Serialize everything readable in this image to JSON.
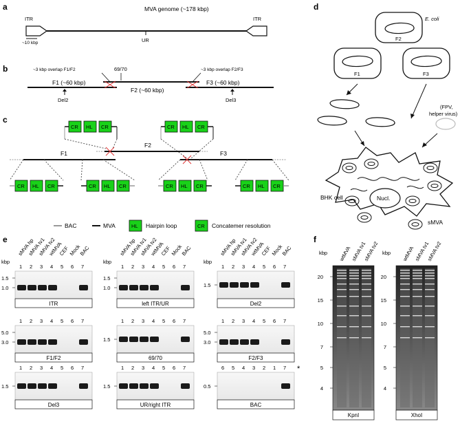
{
  "panels": {
    "a": "a",
    "b": "b",
    "c": "c",
    "d": "d",
    "e": "e",
    "f": "f"
  },
  "panel_a": {
    "title": "MVA genome (~178 kbp)",
    "itr_left": "ITR",
    "itr_right": "ITR",
    "scale": "~10 kbp",
    "ur": "UR"
  },
  "panel_b": {
    "overlap_left": "~3 kbp overlap F1/F2",
    "overlap_right": "~3 kbp overlap F2/F3",
    "site": "69/70",
    "f1": "F1 (~60 kbp)",
    "f2": "F2 (~60 kbp)",
    "f3": "F3 (~60 kbp)",
    "del2": "Del2",
    "del3": "Del3"
  },
  "panel_c": {
    "f1": "F1",
    "f2": "F2",
    "f3": "F3",
    "cr": "CR",
    "hl": "HL"
  },
  "legend": {
    "bac": "BAC",
    "mva": "MVA",
    "hl_box": "HL",
    "hl_text": "Hairpin loop",
    "cr_box": "CR",
    "cr_text": "Concatemer resolution"
  },
  "panel_d": {
    "ecoli": "E. coli",
    "f2": "F2",
    "f1": "F1",
    "f3": "F3",
    "helper_line1": "(FPV,",
    "helper_line2": "helper virus)",
    "bhk": "BHK cell",
    "nucl": "Nucl.",
    "smva": "sMVA"
  },
  "panel_e": {
    "lane_labels": [
      "sMVA hp",
      "sMVA tv1",
      "sMVA tv2",
      "wtMVA",
      "CEF",
      "Mock",
      "BAC"
    ],
    "kbp": "kbp",
    "lane_numbers": [
      "1",
      "2",
      "3",
      "4",
      "5",
      "6",
      "7"
    ],
    "lane_numbers_rev": [
      "6",
      "5",
      "4",
      "3",
      "2",
      "1",
      "7"
    ],
    "asterisk": "*",
    "gels": [
      {
        "label": "ITR",
        "markers": [
          "1.5",
          "1.0"
        ]
      },
      {
        "label": "left ITR/UR",
        "markers": [
          "1.5",
          "1.0"
        ]
      },
      {
        "label": "Del2",
        "markers": [
          "1.5"
        ]
      },
      {
        "label": "F1/F2",
        "markers": [
          "5.0",
          "3.0"
        ]
      },
      {
        "label": "69/70",
        "markers": [
          "1.5"
        ]
      },
      {
        "label": "F2/F3",
        "markers": [
          "5.0",
          "3.0"
        ]
      },
      {
        "label": "Del3",
        "markers": [
          "1.5"
        ]
      },
      {
        "label": "UR/right ITR",
        "markers": [
          "1.5"
        ]
      },
      {
        "label": "BAC",
        "markers": [
          "0.5"
        ]
      }
    ]
  },
  "panel_f": {
    "kbp": "kbp",
    "lane_labels": [
      "wtMVA",
      "sMVA tv1",
      "sMVA tv2"
    ],
    "markers": [
      "20",
      "15",
      "10",
      "7",
      "5",
      "4"
    ],
    "enzymes": [
      "KpnI",
      "XhoI"
    ]
  }
}
